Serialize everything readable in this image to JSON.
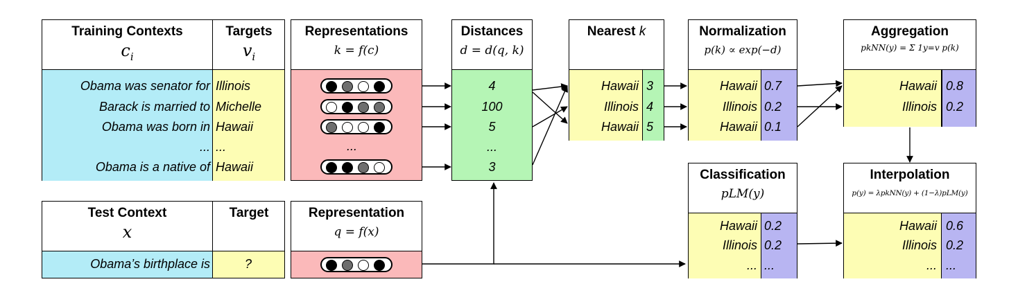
{
  "training": {
    "contexts_title": "Training Contexts",
    "contexts_var": "c",
    "targets_title": "Targets",
    "targets_var": "v",
    "contexts": [
      "Obama was senator for",
      "Barack is married to",
      "Obama was born in",
      "...",
      "Obama is a native of"
    ],
    "targets": [
      "Illinois",
      "Michelle",
      "Hawaii",
      "...",
      "Hawaii"
    ]
  },
  "representations": {
    "title": "Representations",
    "formula": "k = f(c)",
    "vectors": [
      [
        "black",
        "gray",
        "white",
        "black"
      ],
      [
        "white",
        "black",
        "gray",
        "gray"
      ],
      [
        "gray",
        "white",
        "white",
        "black"
      ],
      "...",
      [
        "black",
        "black",
        "gray",
        "white"
      ]
    ]
  },
  "distances": {
    "title": "Distances",
    "formula": "d = d(q, k)",
    "values": [
      "4",
      "100",
      "5",
      "...",
      "3"
    ]
  },
  "nearest": {
    "title": "Nearest",
    "title_k": "k",
    "items": [
      {
        "label": "Hawaii",
        "value": "3"
      },
      {
        "label": "Illinois",
        "value": "4"
      },
      {
        "label": "Hawaii",
        "value": "5"
      }
    ]
  },
  "normalization": {
    "title": "Normalization",
    "formula": "p(k) ∝ exp(−d)",
    "items": [
      {
        "label": "Hawaii",
        "value": "0.7"
      },
      {
        "label": "Illinois",
        "value": "0.2"
      },
      {
        "label": "Hawaii",
        "value": "0.1"
      }
    ]
  },
  "aggregation": {
    "title": "Aggregation",
    "formula": "pkNN(y) = Σ 1y=v p(k)",
    "items": [
      {
        "label": "Hawaii",
        "value": "0.8"
      },
      {
        "label": "Illinois",
        "value": "0.2"
      }
    ]
  },
  "test": {
    "context_title": "Test Context",
    "context_var": "x",
    "target_title": "Target",
    "context": "Obama’s birthplace is",
    "target": "?"
  },
  "representation": {
    "title": "Representation",
    "formula": "q = f(x)",
    "vector": [
      "black",
      "gray",
      "white",
      "black"
    ]
  },
  "classification": {
    "title": "Classification",
    "formula": "pLM(y)",
    "items": [
      {
        "label": "Hawaii",
        "value": "0.2"
      },
      {
        "label": "Illinois",
        "value": "0.2"
      },
      {
        "label": "...",
        "value": "..."
      }
    ]
  },
  "interpolation": {
    "title": "Interpolation",
    "formula": "p(y) = λpkNN(y) + (1−λ)pLM(y)",
    "items": [
      {
        "label": "Hawaii",
        "value": "0.6"
      },
      {
        "label": "Illinois",
        "value": "0.2"
      },
      {
        "label": "...",
        "value": "..."
      }
    ]
  },
  "colors": {
    "yellow": "#fdfdb4",
    "blue": "#b3ecf7",
    "pink": "#fbb9ba",
    "green": "#b5f5b5",
    "purple": "#b8b5f2",
    "gray": "#6e6e6e",
    "black": "#000000",
    "white": "#ffffff"
  }
}
